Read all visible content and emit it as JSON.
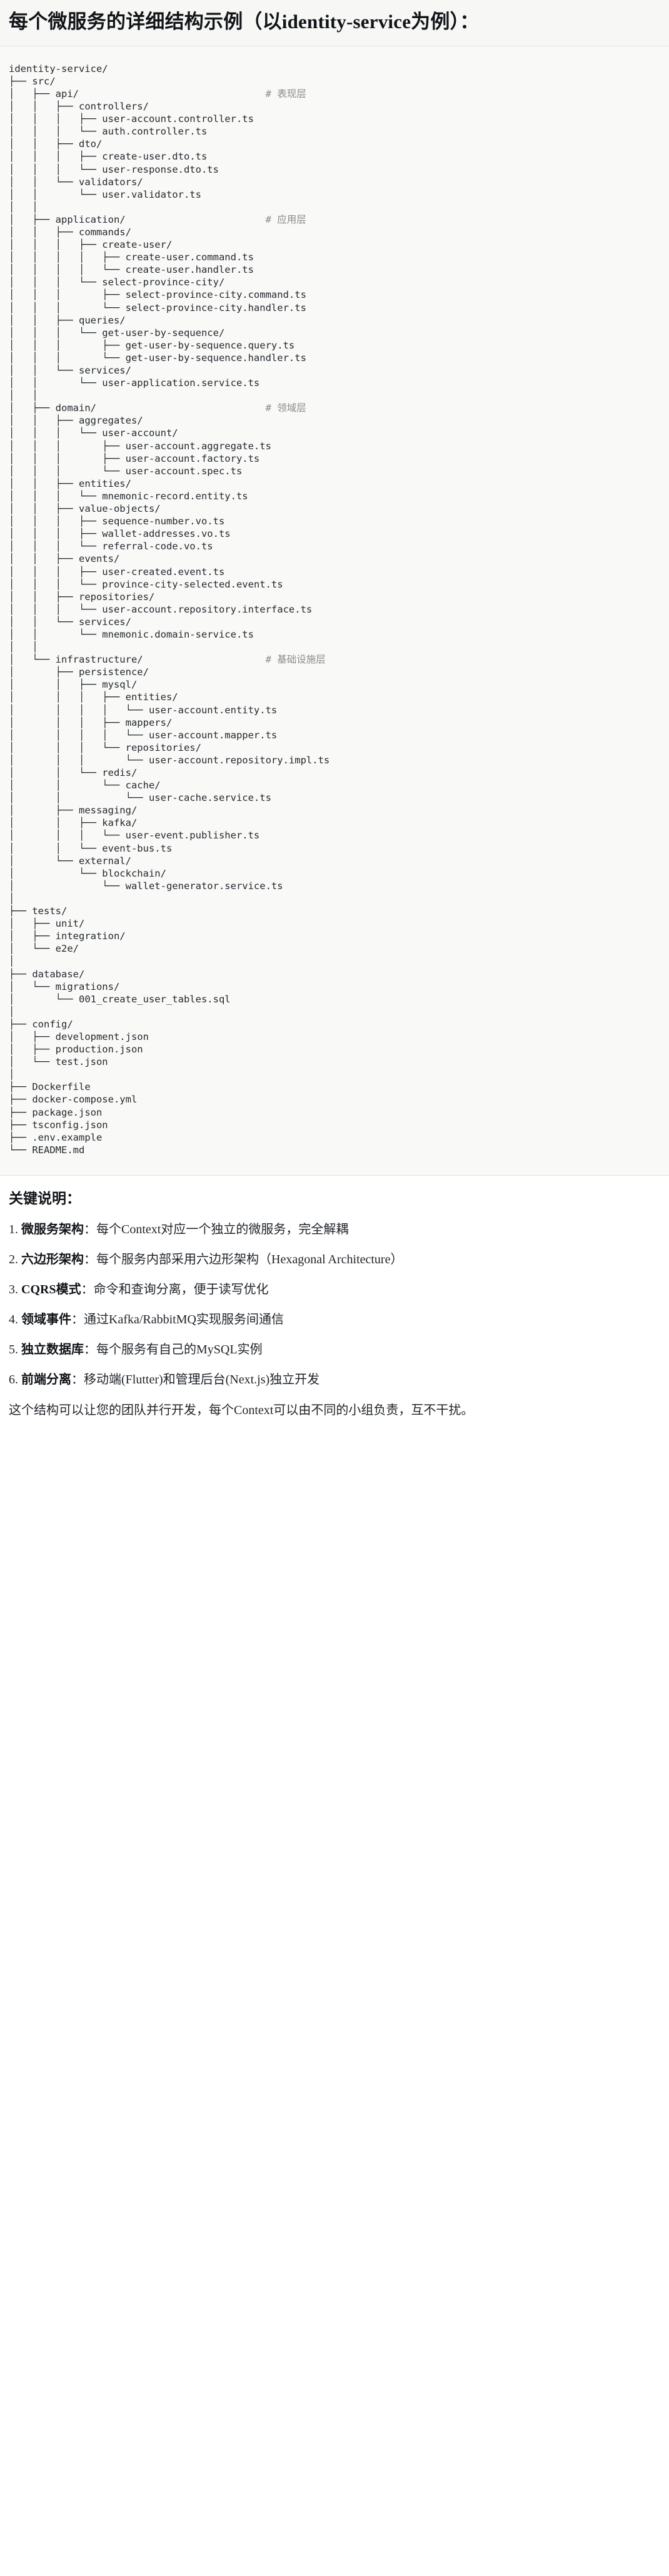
{
  "document": {
    "title": "每个微服务的详细结构示例（以identity-service为例）："
  },
  "tree": {
    "root_label": "identity-service/",
    "lines": [
      {
        "prefix": "",
        "text": "identity-service/",
        "comment": ""
      },
      {
        "prefix": "├── ",
        "text": "src/",
        "comment": ""
      },
      {
        "prefix": "│   ├── ",
        "text": "api/",
        "comment": "# 表现层"
      },
      {
        "prefix": "│   │   ├── ",
        "text": "controllers/",
        "comment": ""
      },
      {
        "prefix": "│   │   │   ├── ",
        "text": "user-account.controller.ts",
        "comment": ""
      },
      {
        "prefix": "│   │   │   └── ",
        "text": "auth.controller.ts",
        "comment": ""
      },
      {
        "prefix": "│   │   ├── ",
        "text": "dto/",
        "comment": ""
      },
      {
        "prefix": "│   │   │   ├── ",
        "text": "create-user.dto.ts",
        "comment": ""
      },
      {
        "prefix": "│   │   │   └── ",
        "text": "user-response.dto.ts",
        "comment": ""
      },
      {
        "prefix": "│   │   └── ",
        "text": "validators/",
        "comment": ""
      },
      {
        "prefix": "│   │       └── ",
        "text": "user.validator.ts",
        "comment": ""
      },
      {
        "prefix": "│   │",
        "text": "",
        "comment": ""
      },
      {
        "prefix": "│   ├── ",
        "text": "application/",
        "comment": "# 应用层"
      },
      {
        "prefix": "│   │   ├── ",
        "text": "commands/",
        "comment": ""
      },
      {
        "prefix": "│   │   │   ├── ",
        "text": "create-user/",
        "comment": ""
      },
      {
        "prefix": "│   │   │   │   ├── ",
        "text": "create-user.command.ts",
        "comment": ""
      },
      {
        "prefix": "│   │   │   │   └── ",
        "text": "create-user.handler.ts",
        "comment": ""
      },
      {
        "prefix": "│   │   │   └── ",
        "text": "select-province-city/",
        "comment": ""
      },
      {
        "prefix": "│   │   │       ├── ",
        "text": "select-province-city.command.ts",
        "comment": ""
      },
      {
        "prefix": "│   │   │       └── ",
        "text": "select-province-city.handler.ts",
        "comment": ""
      },
      {
        "prefix": "│   │   ├── ",
        "text": "queries/",
        "comment": ""
      },
      {
        "prefix": "│   │   │   └── ",
        "text": "get-user-by-sequence/",
        "comment": ""
      },
      {
        "prefix": "│   │   │       ├── ",
        "text": "get-user-by-sequence.query.ts",
        "comment": ""
      },
      {
        "prefix": "│   │   │       └── ",
        "text": "get-user-by-sequence.handler.ts",
        "comment": ""
      },
      {
        "prefix": "│   │   └── ",
        "text": "services/",
        "comment": ""
      },
      {
        "prefix": "│   │       └── ",
        "text": "user-application.service.ts",
        "comment": ""
      },
      {
        "prefix": "│   │",
        "text": "",
        "comment": ""
      },
      {
        "prefix": "│   ├── ",
        "text": "domain/",
        "comment": "# 领域层"
      },
      {
        "prefix": "│   │   ├── ",
        "text": "aggregates/",
        "comment": ""
      },
      {
        "prefix": "│   │   │   └── ",
        "text": "user-account/",
        "comment": ""
      },
      {
        "prefix": "│   │   │       ├── ",
        "text": "user-account.aggregate.ts",
        "comment": ""
      },
      {
        "prefix": "│   │   │       ├── ",
        "text": "user-account.factory.ts",
        "comment": ""
      },
      {
        "prefix": "│   │   │       └── ",
        "text": "user-account.spec.ts",
        "comment": ""
      },
      {
        "prefix": "│   │   ├── ",
        "text": "entities/",
        "comment": ""
      },
      {
        "prefix": "│   │   │   └── ",
        "text": "mnemonic-record.entity.ts",
        "comment": ""
      },
      {
        "prefix": "│   │   ├── ",
        "text": "value-objects/",
        "comment": ""
      },
      {
        "prefix": "│   │   │   ├── ",
        "text": "sequence-number.vo.ts",
        "comment": ""
      },
      {
        "prefix": "│   │   │   ├── ",
        "text": "wallet-addresses.vo.ts",
        "comment": ""
      },
      {
        "prefix": "│   │   │   └── ",
        "text": "referral-code.vo.ts",
        "comment": ""
      },
      {
        "prefix": "│   │   ├── ",
        "text": "events/",
        "comment": ""
      },
      {
        "prefix": "│   │   │   ├── ",
        "text": "user-created.event.ts",
        "comment": ""
      },
      {
        "prefix": "│   │   │   └── ",
        "text": "province-city-selected.event.ts",
        "comment": ""
      },
      {
        "prefix": "│   │   ├── ",
        "text": "repositories/",
        "comment": ""
      },
      {
        "prefix": "│   │   │   └── ",
        "text": "user-account.repository.interface.ts",
        "comment": ""
      },
      {
        "prefix": "│   │   └── ",
        "text": "services/",
        "comment": ""
      },
      {
        "prefix": "│   │       └── ",
        "text": "mnemonic.domain-service.ts",
        "comment": ""
      },
      {
        "prefix": "│   │",
        "text": "",
        "comment": ""
      },
      {
        "prefix": "│   └── ",
        "text": "infrastructure/",
        "comment": "# 基础设施层"
      },
      {
        "prefix": "│       ├── ",
        "text": "persistence/",
        "comment": ""
      },
      {
        "prefix": "│       │   ├── ",
        "text": "mysql/",
        "comment": ""
      },
      {
        "prefix": "│       │   │   ├── ",
        "text": "entities/",
        "comment": ""
      },
      {
        "prefix": "│       │   │   │   └── ",
        "text": "user-account.entity.ts",
        "comment": ""
      },
      {
        "prefix": "│       │   │   ├── ",
        "text": "mappers/",
        "comment": ""
      },
      {
        "prefix": "│       │   │   │   └── ",
        "text": "user-account.mapper.ts",
        "comment": ""
      },
      {
        "prefix": "│       │   │   └── ",
        "text": "repositories/",
        "comment": ""
      },
      {
        "prefix": "│       │   │       └── ",
        "text": "user-account.repository.impl.ts",
        "comment": ""
      },
      {
        "prefix": "│       │   └── ",
        "text": "redis/",
        "comment": ""
      },
      {
        "prefix": "│       │       └── ",
        "text": "cache/",
        "comment": ""
      },
      {
        "prefix": "│       │           └── ",
        "text": "user-cache.service.ts",
        "comment": ""
      },
      {
        "prefix": "│       ├── ",
        "text": "messaging/",
        "comment": ""
      },
      {
        "prefix": "│       │   ├── ",
        "text": "kafka/",
        "comment": ""
      },
      {
        "prefix": "│       │   │   └── ",
        "text": "user-event.publisher.ts",
        "comment": ""
      },
      {
        "prefix": "│       │   └── ",
        "text": "event-bus.ts",
        "comment": ""
      },
      {
        "prefix": "│       └── ",
        "text": "external/",
        "comment": ""
      },
      {
        "prefix": "│           └── ",
        "text": "blockchain/",
        "comment": ""
      },
      {
        "prefix": "│               └── ",
        "text": "wallet-generator.service.ts",
        "comment": ""
      },
      {
        "prefix": "│",
        "text": "",
        "comment": ""
      },
      {
        "prefix": "├── ",
        "text": "tests/",
        "comment": ""
      },
      {
        "prefix": "│   ├── ",
        "text": "unit/",
        "comment": ""
      },
      {
        "prefix": "│   ├── ",
        "text": "integration/",
        "comment": ""
      },
      {
        "prefix": "│   └── ",
        "text": "e2e/",
        "comment": ""
      },
      {
        "prefix": "│",
        "text": "",
        "comment": ""
      },
      {
        "prefix": "├── ",
        "text": "database/",
        "comment": ""
      },
      {
        "prefix": "│   └── ",
        "text": "migrations/",
        "comment": ""
      },
      {
        "prefix": "│       └── ",
        "text": "001_create_user_tables.sql",
        "comment": ""
      },
      {
        "prefix": "│",
        "text": "",
        "comment": ""
      },
      {
        "prefix": "├── ",
        "text": "config/",
        "comment": ""
      },
      {
        "prefix": "│   ├── ",
        "text": "development.json",
        "comment": ""
      },
      {
        "prefix": "│   ├── ",
        "text": "production.json",
        "comment": ""
      },
      {
        "prefix": "│   └── ",
        "text": "test.json",
        "comment": ""
      },
      {
        "prefix": "│",
        "text": "",
        "comment": ""
      },
      {
        "prefix": "├── ",
        "text": "Dockerfile",
        "comment": ""
      },
      {
        "prefix": "├── ",
        "text": "docker-compose.yml",
        "comment": ""
      },
      {
        "prefix": "├── ",
        "text": "package.json",
        "comment": ""
      },
      {
        "prefix": "├── ",
        "text": "tsconfig.json",
        "comment": ""
      },
      {
        "prefix": "├── ",
        "text": ".env.example",
        "comment": ""
      },
      {
        "prefix": "└── ",
        "text": "README.md",
        "comment": ""
      }
    ],
    "comment_column": 44
  },
  "notes": {
    "heading": "关键说明：",
    "items": [
      {
        "term": "微服务架构",
        "sep": "：",
        "desc": "每个Context对应一个独立的微服务，完全解耦"
      },
      {
        "term": "六边形架构",
        "sep": "：",
        "desc": "每个服务内部采用六边形架构（Hexagonal Architecture）"
      },
      {
        "term": "CQRS模式",
        "sep": "：",
        "desc": "命令和查询分离，便于读写优化"
      },
      {
        "term": "领域事件",
        "sep": "：",
        "desc": "通过Kafka/RabbitMQ实现服务间通信"
      },
      {
        "term": "独立数据库",
        "sep": "：",
        "desc": "每个服务有自己的MySQL实例"
      },
      {
        "term": "前端分离",
        "sep": "：",
        "desc": "移动端(Flutter)和管理后台(Next.js)独立开发"
      }
    ],
    "closing": "这个结构可以让您的团队并行开发，每个Context可以由不同的小组负责，互不干扰。"
  },
  "colors": {
    "page_background": "#ffffff",
    "title_background": "#f7f7f5",
    "code_background": "#f9f9f7",
    "border": "#e3e3e0",
    "text": "#1f2328",
    "code_text": "#24292f",
    "comment_text": "#8b8b86"
  }
}
